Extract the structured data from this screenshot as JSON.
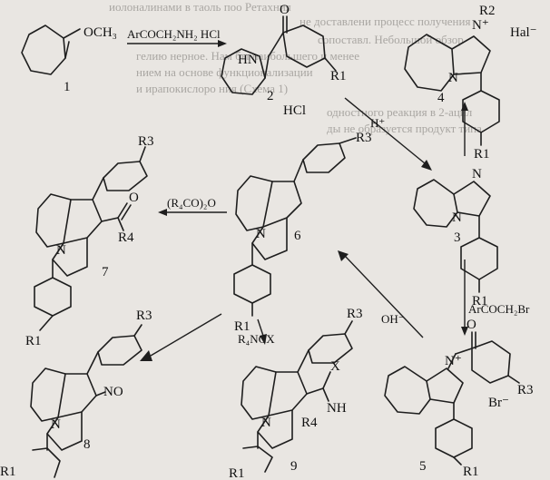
{
  "background_text": [
    "иолоналинами в таоль поо Ретахния",
    "не доставлени процесс получения",
    "сопоставл. Небольшой обзор",
    "гелию нерное. Нам бы наибольшего и менее",
    "нием на основе функционализации",
    "и ирапокислоро ния (Схема 1)",
    "одностного реакция в 2-ацил",
    "ды не образуется продукт типа"
  ],
  "reagents": {
    "r1": "ArCOCH₂NH₂ HCl",
    "r2": "HCl",
    "r3": "H⁺",
    "r4": "ArCOCH₂Br",
    "r5": "OH⁻",
    "r6": "(R₄CO)₂O",
    "r7": "R₄NCX"
  },
  "labels": {
    "och3": "OCH₃",
    "o": "O",
    "hn": "HN",
    "n": "N",
    "nplus": "N⁺",
    "r1": "R1",
    "r2": "R2",
    "r3": "R3",
    "r4": "R4",
    "hal": "Hal⁻",
    "br": "Br⁻",
    "x": "X",
    "nh": "NH",
    "no": "NO"
  },
  "compounds": [
    "1",
    "2",
    "3",
    "4",
    "5",
    "6",
    "7",
    "8",
    "9"
  ]
}
